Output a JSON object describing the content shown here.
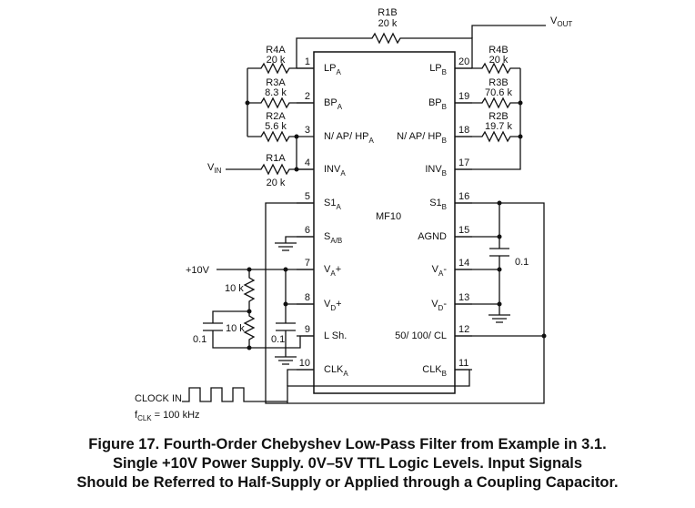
{
  "chip": {
    "name": "MF10"
  },
  "pins_left": [
    {
      "num": "1",
      "base": "LP",
      "sub": "A",
      "suf": ""
    },
    {
      "num": "2",
      "base": "BP",
      "sub": "A",
      "suf": ""
    },
    {
      "num": "3",
      "base": "N/ AP/ HP",
      "sub": "A",
      "suf": ""
    },
    {
      "num": "4",
      "base": "INV",
      "sub": "A",
      "suf": ""
    },
    {
      "num": "5",
      "base": "S1",
      "sub": "A",
      "suf": ""
    },
    {
      "num": "6",
      "base": "S",
      "sub": "A/B",
      "suf": ""
    },
    {
      "num": "7",
      "base": "V",
      "sub": "A",
      "suf": "+"
    },
    {
      "num": "8",
      "base": "V",
      "sub": "D",
      "suf": "+"
    },
    {
      "num": "9",
      "base": "L Sh.",
      "sub": "",
      "suf": ""
    },
    {
      "num": "10",
      "base": "CLK",
      "sub": "A",
      "suf": ""
    }
  ],
  "pins_right": [
    {
      "num": "20",
      "base": "LP",
      "sub": "B",
      "suf": ""
    },
    {
      "num": "19",
      "base": "BP",
      "sub": "B",
      "suf": ""
    },
    {
      "num": "18",
      "base": "N/ AP/ HP",
      "sub": "B",
      "suf": ""
    },
    {
      "num": "17",
      "base": "INV",
      "sub": "B",
      "suf": ""
    },
    {
      "num": "16",
      "base": "S1",
      "sub": "B",
      "suf": ""
    },
    {
      "num": "15",
      "base": "AGND",
      "sub": "",
      "suf": ""
    },
    {
      "num": "14",
      "base": "V",
      "sub": "A",
      "suf": "-"
    },
    {
      "num": "13",
      "base": "V",
      "sub": "D",
      "suf": "-"
    },
    {
      "num": "12",
      "base": "50/ 100/ CL",
      "sub": "",
      "suf": ""
    },
    {
      "num": "11",
      "base": "CLK",
      "sub": "B",
      "suf": ""
    }
  ],
  "resistors": {
    "r1b": {
      "name": "R1B",
      "value": "20 k"
    },
    "r4a": {
      "name": "R4A",
      "value": "20 k"
    },
    "r3a": {
      "name": "R3A",
      "value": "8.3 k"
    },
    "r2a": {
      "name": "R2A",
      "value": "5.6 k"
    },
    "r1a": {
      "name": "R1A",
      "value": "20 k"
    },
    "r4b": {
      "name": "R4B",
      "value": "20 k"
    },
    "r3b": {
      "name": "R3B",
      "value": "70.6 k"
    },
    "r2b": {
      "name": "R2B",
      "value": "19.7 k"
    },
    "rdiv_top": {
      "value": "10 k"
    },
    "rdiv_bot": {
      "value": "10 k"
    }
  },
  "nets": {
    "vout": {
      "base": "V",
      "sub": "OUT"
    },
    "vin": {
      "base": "V",
      "sub": "IN"
    },
    "supply": "+10V",
    "cap_left": "0.1",
    "cap_mid": "0.1",
    "cap_right": "0.1",
    "clock_in": "CLOCK IN",
    "fclk_base": "f",
    "fclk_sub": "CLK",
    "fclk_value": " = 100 kHz"
  },
  "caption": {
    "line1": "Figure 17.  Fourth-Order Chebyshev Low-Pass Filter from Example in 3.1.",
    "line2": "Single +10V Power Supply. 0V–5V TTL Logic Levels. Input Signals",
    "line3": "Should be Referred to Half-Supply or Applied through a Coupling Capacitor."
  }
}
